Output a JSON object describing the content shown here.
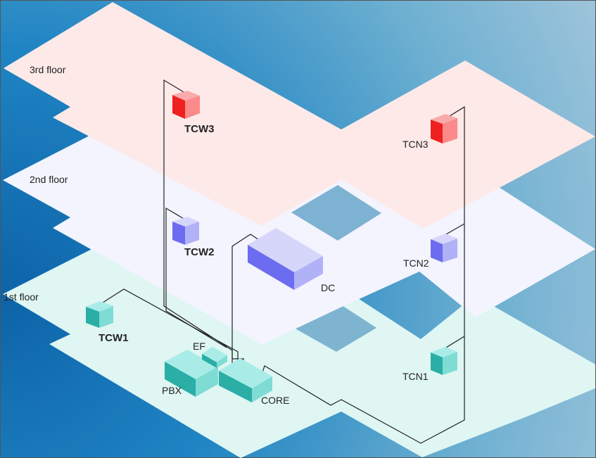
{
  "colors": {
    "floor1": "#dff6f3",
    "floor2": "#f3f4fd",
    "floor3": "#fde9e8",
    "teal": "#3cc2bb",
    "blue": "#8f8ff5",
    "red": "#f24545"
  },
  "floors": [
    {
      "id": "floor-1",
      "label": "1st floor"
    },
    {
      "id": "floor-2",
      "label": "2nd floor"
    },
    {
      "id": "floor-3",
      "label": "3rd floor"
    }
  ],
  "rooms": {
    "tcw1": "TCW1",
    "tcw2": "TCW2",
    "tcw3": "TCW3",
    "tcn1": "TCN1",
    "tcn2": "TCN2",
    "tcn3": "TCN3",
    "dc": "DC",
    "pbx": "PBX",
    "ef": "EF",
    "core": "CORE"
  }
}
